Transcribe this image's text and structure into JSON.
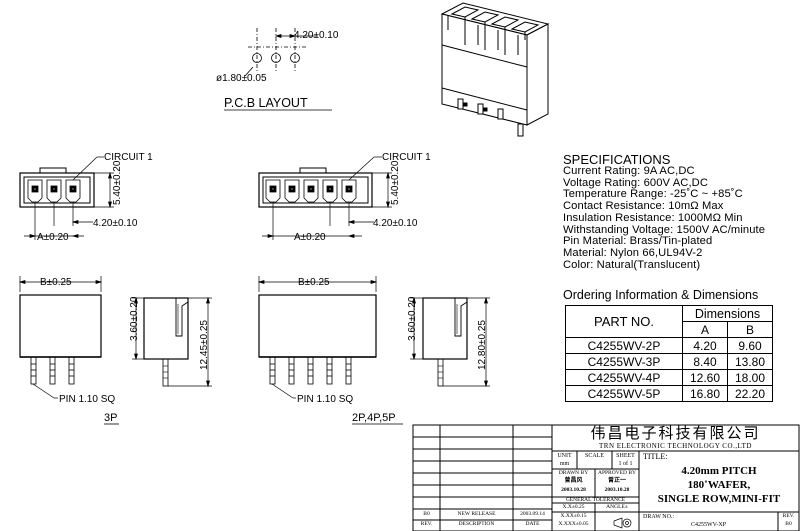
{
  "dimensions": {
    "pcb_pitch": "4.20±0.10",
    "hole_dia": "ø1.80±0.05",
    "pcb_layout_title": "P.C.B  LAYOUT",
    "circuit1_a": "CIRCUIT  1",
    "circuit1_b": "CIRCUIT  1",
    "height_a": "5.40±0.20",
    "height_b": "5.40±0.20",
    "pitch_a": "4.20±0.10",
    "pitch_b": "4.20±0.10",
    "a_dim_a": "A±0.20",
    "a_dim_b": "A±0.20",
    "b_dim_a": "B±0.25",
    "b_dim_b": "B±0.25",
    "side_h1_a": "3.60±0.20",
    "side_h2_a": "12.45±0.25",
    "side_h1_b": "3.60±0.20",
    "side_h2_b": "12.80±0.25",
    "pin_a": "PIN  1.10  SQ",
    "pin_b": "PIN  1.10  SQ",
    "label_3p": "3P",
    "label_2p": "2P,4P,5P"
  },
  "specifications": {
    "title": "SPECIFICATIONS",
    "lines": [
      "Current  Rating:  9A  AC,DC",
      "Voltage  Rating:  600V  AC,DC",
      "Temperature  Range:  -25˚C  ~  +85˚C",
      "Contact  Resistance:  10mΩ  Max",
      "Insulation  Resistance:  1000MΩ  Min",
      "Withstanding  Voltage:  1500V  AC/minute",
      "Pin  Material:  Brass/Tin-plated",
      "Material:  Nylon  66,UL94V-2",
      "Color:  Natural(Translucent)"
    ]
  },
  "ordering": {
    "title": "Ordering  Information  &  Dimensions",
    "part_header": "PART  NO.",
    "dim_header": "Dimensions",
    "col_a": "A",
    "col_b": "B",
    "rows": [
      {
        "part": "C4255WV-2P",
        "a": "4.20",
        "b": "9.60"
      },
      {
        "part": "C4255WV-3P",
        "a": "8.40",
        "b": "13.80"
      },
      {
        "part": "C4255WV-4P",
        "a": "12.60",
        "b": "18.00"
      },
      {
        "part": "C4255WV-5P",
        "a": "16.80",
        "b": "22.20"
      }
    ]
  },
  "title_block": {
    "company_cn": "伟昌电子科技有限公司",
    "company_en": "TRN ELECTRONIC TECHNOLOGY CO.,LTD",
    "unit_label": "UNIT",
    "unit_value": "mm",
    "scale_label": "SCALE",
    "sheet_label": "SHEET",
    "sheet_value": "1 of 1",
    "title_label": "TITLE:",
    "title_lines": [
      "4.20mm  PITCH",
      "180˚WAFER,",
      "SINGLE ROW,MINI-FIT"
    ],
    "drawn_by": "DRAWN BY",
    "drawn_name": "曾昌风",
    "drawn_date": "2003.10.28",
    "approved_by": "APPROVED BY",
    "approved_name": "曾正一",
    "approved_date": "2003.10.28",
    "general_tolerance": "GENERAL TOLERANCE",
    "tol_1": "X.X±0.25",
    "tol_2": "X.XX±0.15",
    "tol_3": "X.XXX±0.05",
    "angle_label": "ANGLE±",
    "drawing_no_label": "DRAW NO.:",
    "drawing_no": "C4255WV-XP",
    "rev_label": "REV.",
    "rev_value": "B0",
    "row_b0": "B0",
    "row_new_release": "NEW RELEASE",
    "row_date": "2003.09.14",
    "footer_rev": "REV.",
    "footer_desc": "DESCRIPTION",
    "footer_date": "DATE"
  }
}
